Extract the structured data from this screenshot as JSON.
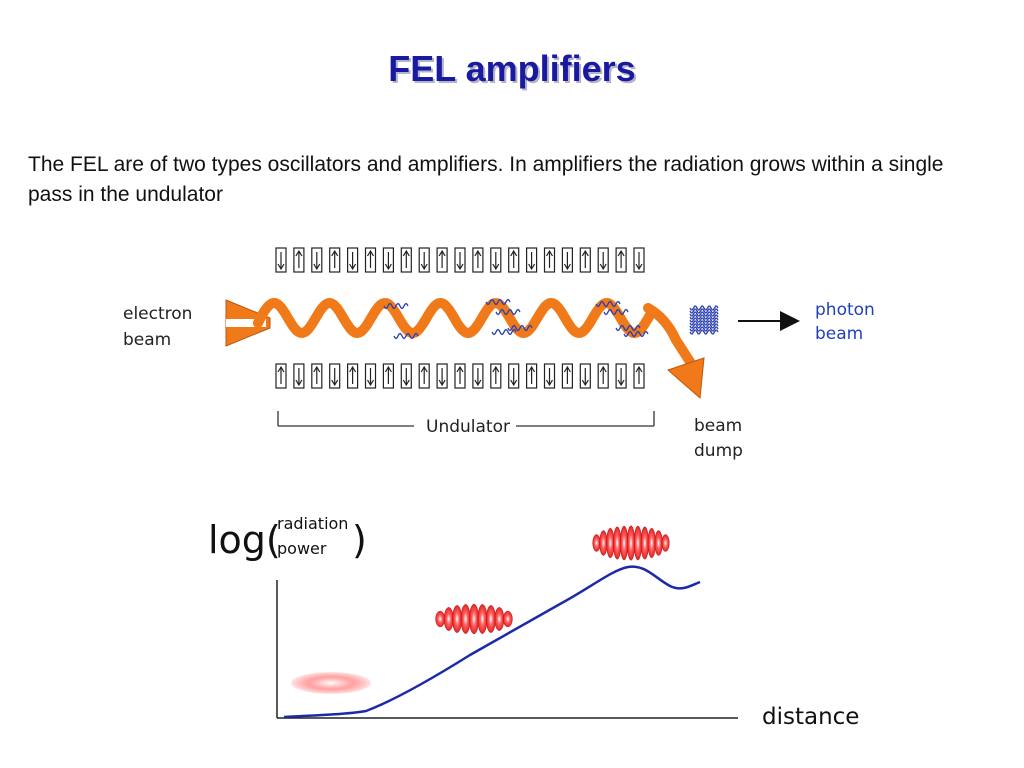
{
  "title": "FEL amplifiers",
  "intro": "The FEL are of two types oscillators and amplifiers. In amplifiers the radiation grows within a single pass in the undulator",
  "undulator_diagram": {
    "labels": {
      "electron_beam_line1": "electron",
      "electron_beam_line2": "beam",
      "photon_beam_line1": "photon",
      "photon_beam_line2": "beam",
      "undulator": "Undulator",
      "beam_dump_line1": "beam",
      "beam_dump_line2": "dump"
    },
    "magnets_top": [
      "down",
      "up",
      "down",
      "up",
      "down",
      "up",
      "down",
      "up",
      "down",
      "up",
      "down",
      "up",
      "down",
      "up",
      "down",
      "up",
      "down",
      "up",
      "down",
      "up",
      "down"
    ],
    "magnets_bottom": [
      "up",
      "down",
      "up",
      "down",
      "up",
      "down",
      "up",
      "down",
      "up",
      "down",
      "up",
      "down",
      "up",
      "down",
      "up",
      "down",
      "up",
      "down",
      "up",
      "down",
      "up"
    ],
    "colors": {
      "beam": "#f07a1a",
      "radiation": "#2a3fb0",
      "photon_label": "#1f3fbf"
    }
  },
  "growth_plot": {
    "ylabel_prefix": "log(",
    "ylabel_line1": "radiation",
    "ylabel_line2": "power",
    "ylabel_suffix": ")",
    "xlabel": "distance",
    "curve_color": "#1a2aa8",
    "pulse_color": "#e01818"
  }
}
